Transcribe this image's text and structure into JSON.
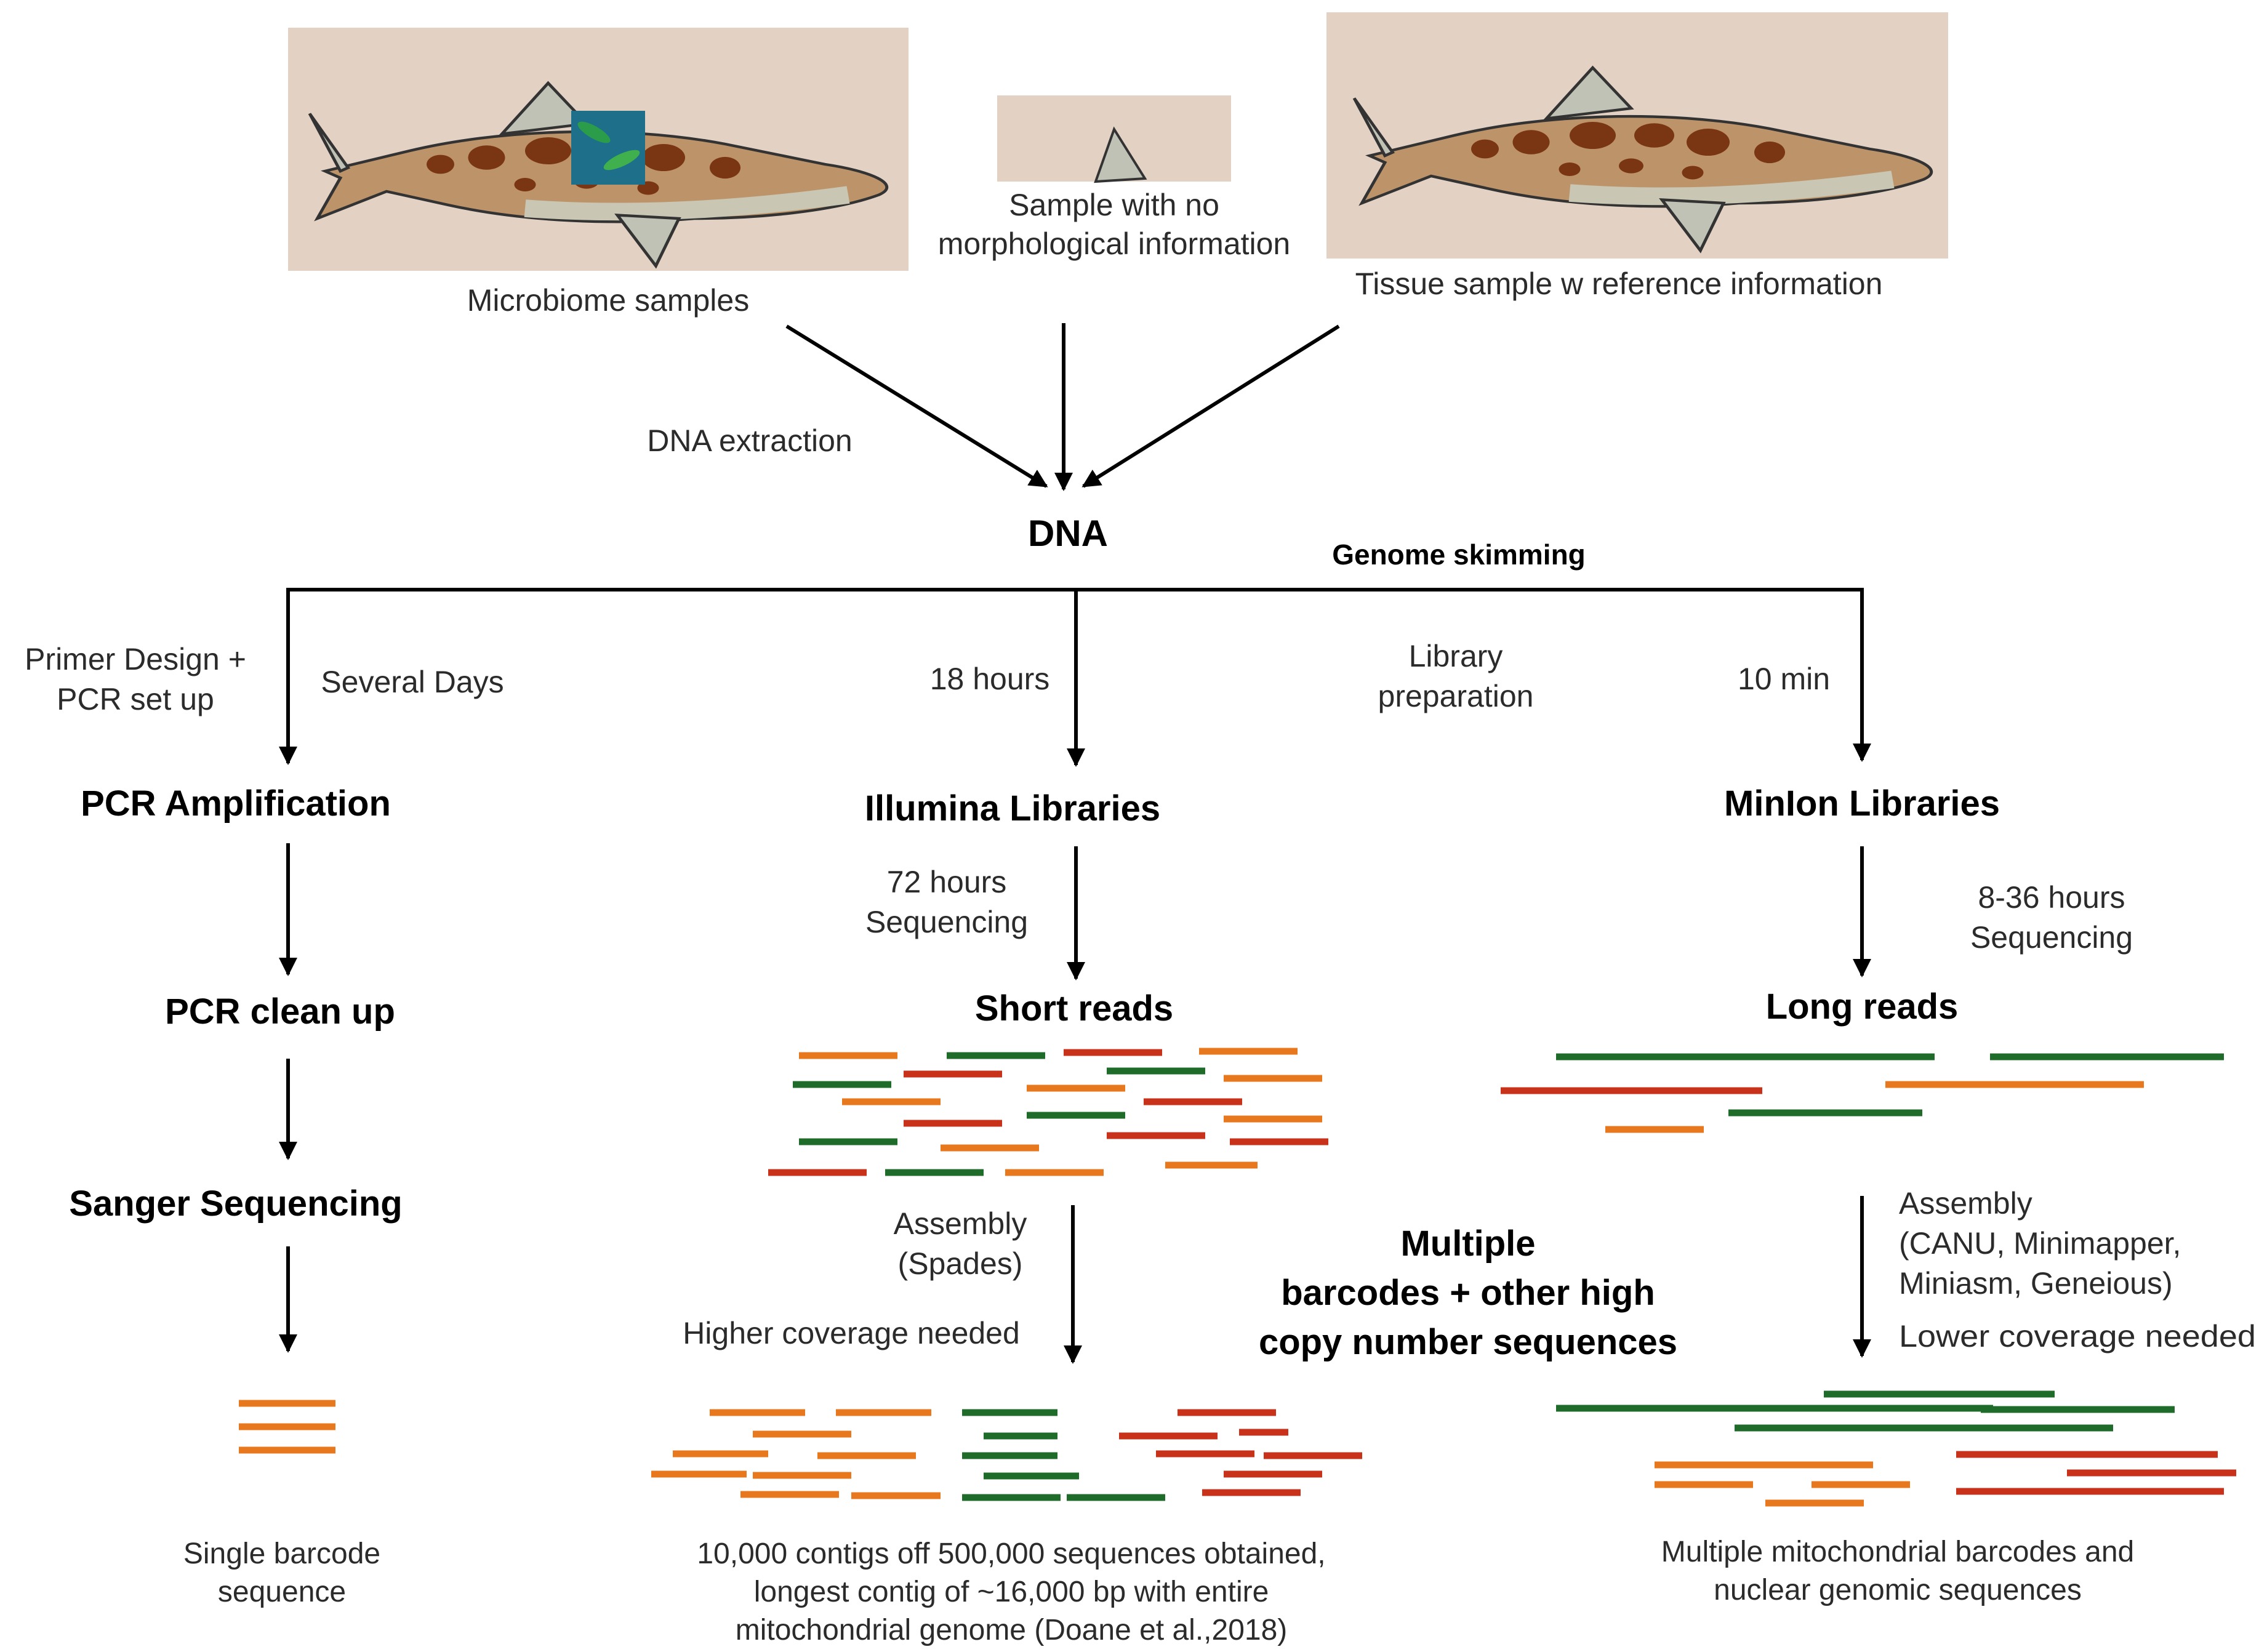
{
  "samples": {
    "microbiome": "Microbiome samples",
    "no_morph": [
      "Sample with no",
      "morphological information"
    ],
    "tissue": "Tissue sample w reference information"
  },
  "steps": {
    "dna_extraction": "DNA extraction",
    "dna": "DNA",
    "genome_skimming": "Genome skimming",
    "primer_design": [
      "Primer Design +",
      "PCR set up"
    ],
    "several_days": "Several Days",
    "eighteen_hours": "18 hours",
    "library_prep": [
      "Library",
      "preparation"
    ],
    "ten_min": "10 min"
  },
  "pcr_branch": {
    "amplification": "PCR Amplification",
    "cleanup": "PCR clean up",
    "sanger": "Sanger Sequencing",
    "result": [
      "Single barcode",
      "sequence"
    ]
  },
  "illumina_branch": {
    "libraries": "Illumina Libraries",
    "sequencing_time": [
      "72 hours",
      "Sequencing"
    ],
    "reads": "Short reads",
    "assembly": [
      "Assembly",
      "(Spades)"
    ],
    "coverage": "Higher coverage needed",
    "result": [
      "10,000 contigs off 500,000 sequences obtained,",
      "longest contig of ~16,000 bp with entire",
      "mitochondrial genome (Doane et al.,2018)"
    ]
  },
  "minion_branch": {
    "libraries": "MinIon Libraries",
    "sequencing_time": [
      "8-36 hours",
      "Sequencing"
    ],
    "reads": "Long reads",
    "assembly": [
      "Assembly",
      "(CANU, Minimapper,",
      "Miniasm, Geneious)"
    ],
    "coverage": "Lower coverage needed",
    "result": [
      "Multiple mitochondrial barcodes and",
      "nuclear genomic sequences"
    ]
  },
  "center_note": [
    "Multiple",
    "barcodes + other high",
    "copy number sequences"
  ],
  "colors": {
    "orange": "#e8781e",
    "green": "#1f6b2a",
    "red": "#c8321a",
    "paper": "#e3d2c4",
    "shark_body": "#bd946a",
    "shark_belly": "#c9c6b4",
    "spot": "#7a3512"
  }
}
